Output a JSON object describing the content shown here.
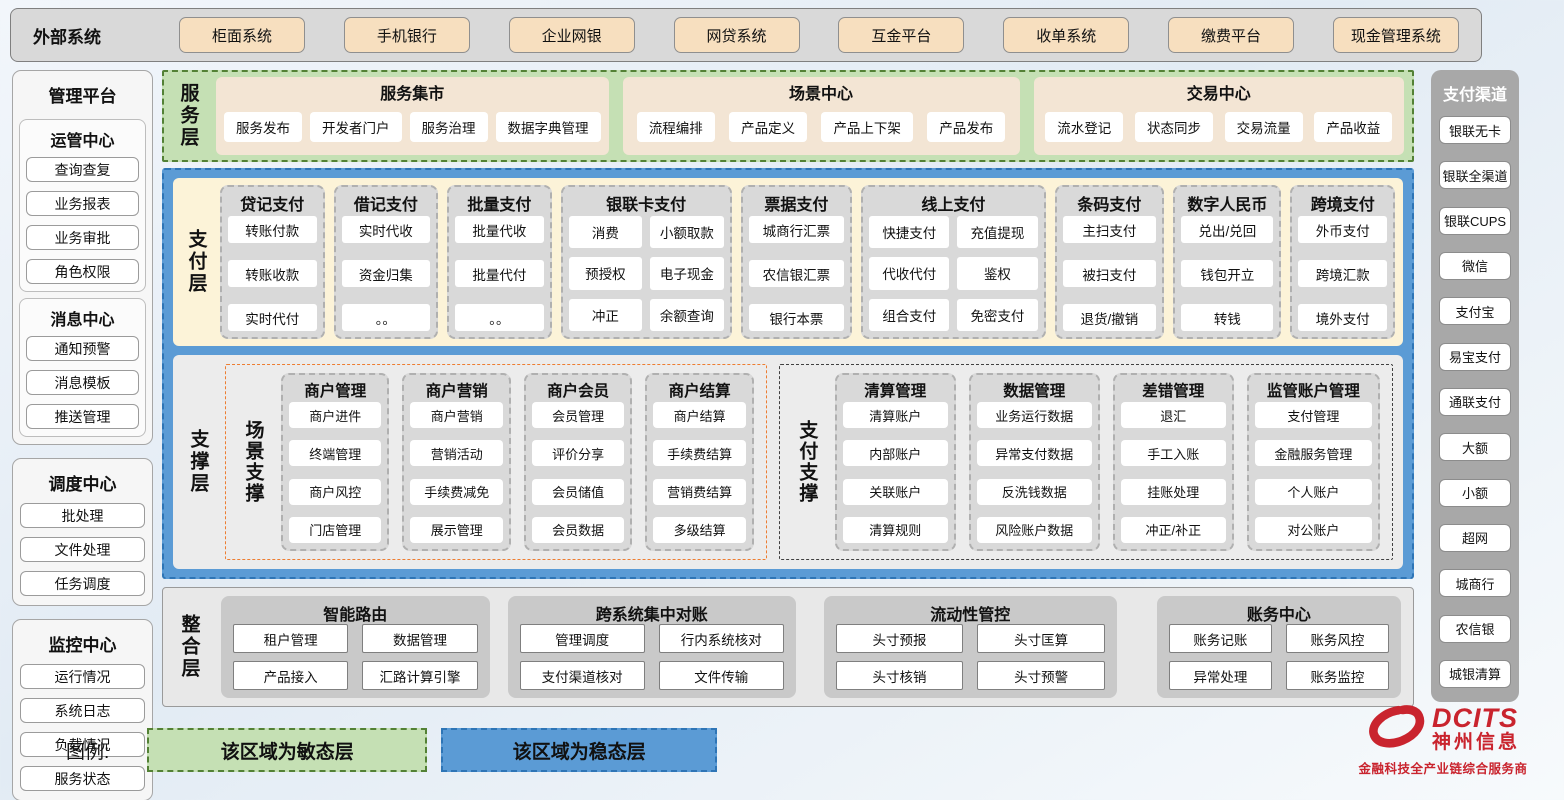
{
  "external_systems": {
    "title": "外部系统",
    "items": [
      "柜面系统",
      "手机银行",
      "企业网银",
      "网贷系统",
      "互金平台",
      "收单系统",
      "缴费平台",
      "现金管理系统"
    ]
  },
  "management_platform": {
    "title": "管理平台",
    "groups": [
      {
        "title": "运管中心",
        "items": [
          "查询查复",
          "业务报表",
          "业务审批",
          "角色权限"
        ]
      },
      {
        "title": "消息中心",
        "items": [
          "通知预警",
          "消息模板",
          "推送管理"
        ]
      },
      {
        "title": "调度中心",
        "items": [
          "批处理",
          "文件处理",
          "任务调度"
        ]
      },
      {
        "title": "监控中心",
        "items": [
          "运行情况",
          "系统日志",
          "负载情况",
          "服务状态"
        ]
      }
    ]
  },
  "service_layer": {
    "label": "服务层",
    "groups": [
      {
        "title": "服务集市",
        "items": [
          "服务发布",
          "开发者门户",
          "服务治理",
          "数据字典管理"
        ]
      },
      {
        "title": "场景中心",
        "items": [
          "流程编排",
          "产品定义",
          "产品上下架",
          "产品发布"
        ]
      },
      {
        "title": "交易中心",
        "items": [
          "流水登记",
          "状态同步",
          "交易流量",
          "产品收益"
        ]
      }
    ]
  },
  "payment_layer": {
    "label": "支付层",
    "columns": [
      {
        "title": "贷记支付",
        "items": [
          "转账付款",
          "转账收款",
          "实时代付"
        ]
      },
      {
        "title": "借记支付",
        "items": [
          "实时代收",
          "资金归集",
          "。。"
        ]
      },
      {
        "title": "批量支付",
        "items": [
          "批量代收",
          "批量代付",
          "。。"
        ]
      },
      {
        "title": "银联卡支付",
        "items": [
          "消费",
          "小额取款",
          "预授权",
          "电子现金",
          "冲正",
          "余额查询"
        ]
      },
      {
        "title": "票据支付",
        "items": [
          "城商行汇票",
          "农信银汇票",
          "银行本票"
        ]
      },
      {
        "title": "线上支付",
        "items": [
          "快捷支付",
          "充值提现",
          "代收代付",
          "鉴权",
          "组合支付",
          "免密支付"
        ]
      },
      {
        "title": "条码支付",
        "items": [
          "主扫支付",
          "被扫支付",
          "退货/撤销"
        ]
      },
      {
        "title": "数字人民币",
        "items": [
          "兑出/兑回",
          "钱包开立",
          "转钱"
        ]
      },
      {
        "title": "跨境支付",
        "items": [
          "外币支付",
          "跨境汇款",
          "境外支付"
        ]
      }
    ]
  },
  "support_layer": {
    "label": "支撑层",
    "sections": [
      {
        "label": "场景支撑",
        "columns": [
          {
            "title": "商户管理",
            "items": [
              "商户进件",
              "终端管理",
              "商户风控",
              "门店管理"
            ]
          },
          {
            "title": "商户营销",
            "items": [
              "商户营销",
              "营销活动",
              "手续费减免",
              "展示管理"
            ]
          },
          {
            "title": "商户会员",
            "items": [
              "会员管理",
              "评价分享",
              "会员储值",
              "会员数据"
            ]
          },
          {
            "title": "商户结算",
            "items": [
              "商户结算",
              "手续费结算",
              "营销费结算",
              "多级结算"
            ]
          }
        ]
      },
      {
        "label": "支付支撑",
        "columns": [
          {
            "title": "清算管理",
            "items": [
              "清算账户",
              "内部账户",
              "关联账户",
              "清算规则"
            ]
          },
          {
            "title": "数据管理",
            "items": [
              "业务运行数据",
              "异常支付数据",
              "反洗钱数据",
              "风险账户数据"
            ]
          },
          {
            "title": "差错管理",
            "items": [
              "退汇",
              "手工入账",
              "挂账处理",
              "冲正/补正"
            ]
          },
          {
            "title": "监管账户管理",
            "items": [
              "支付管理",
              "金融服务管理",
              "个人账户",
              "对公账户"
            ]
          }
        ]
      }
    ]
  },
  "integration_layer": {
    "label": "整合层",
    "groups": [
      {
        "title": "智能路由",
        "items": [
          "租户管理",
          "数据管理",
          "产品接入",
          "汇路计算引擎"
        ]
      },
      {
        "title": "跨系统集中对账",
        "items": [
          "管理调度",
          "行内系统核对",
          "支付渠道核对",
          "文件传输"
        ]
      },
      {
        "title": "流动性管控",
        "items": [
          "头寸预报",
          "头寸匡算",
          "头寸核销",
          "头寸预警"
        ]
      },
      {
        "title": "账务中心",
        "items": [
          "账务记账",
          "账务风控",
          "异常处理",
          "账务监控"
        ]
      }
    ]
  },
  "payment_channels": {
    "title": "支付渠道",
    "items": [
      "银联无卡",
      "银联全渠道",
      "银联CUPS",
      "微信",
      "支付宝",
      "易宝支付",
      "通联支付",
      "大额",
      "小额",
      "超网",
      "城商行",
      "农信银",
      "城银清算"
    ]
  },
  "legend": {
    "label": "图例:",
    "agile": "该区域为敏态层",
    "stable": "该区域为稳态层"
  },
  "branding": {
    "name": "DCITS",
    "cn_name": "神州信息",
    "slogan": "金融科技全产业链综合服务商"
  },
  "colors": {
    "agile_green": "#c5e0b4",
    "agile_border": "#538135",
    "stable_blue": "#5b9bd5",
    "stable_border": "#2e75b6",
    "external_tan": "#f7dfbf",
    "payment_cream": "#fcf3d8",
    "column_gray": "#d9d9d9",
    "sidebar_gray": "#a8a8a8",
    "scene_support_border": "#ed7d31",
    "brand_red": "#c9242e"
  }
}
